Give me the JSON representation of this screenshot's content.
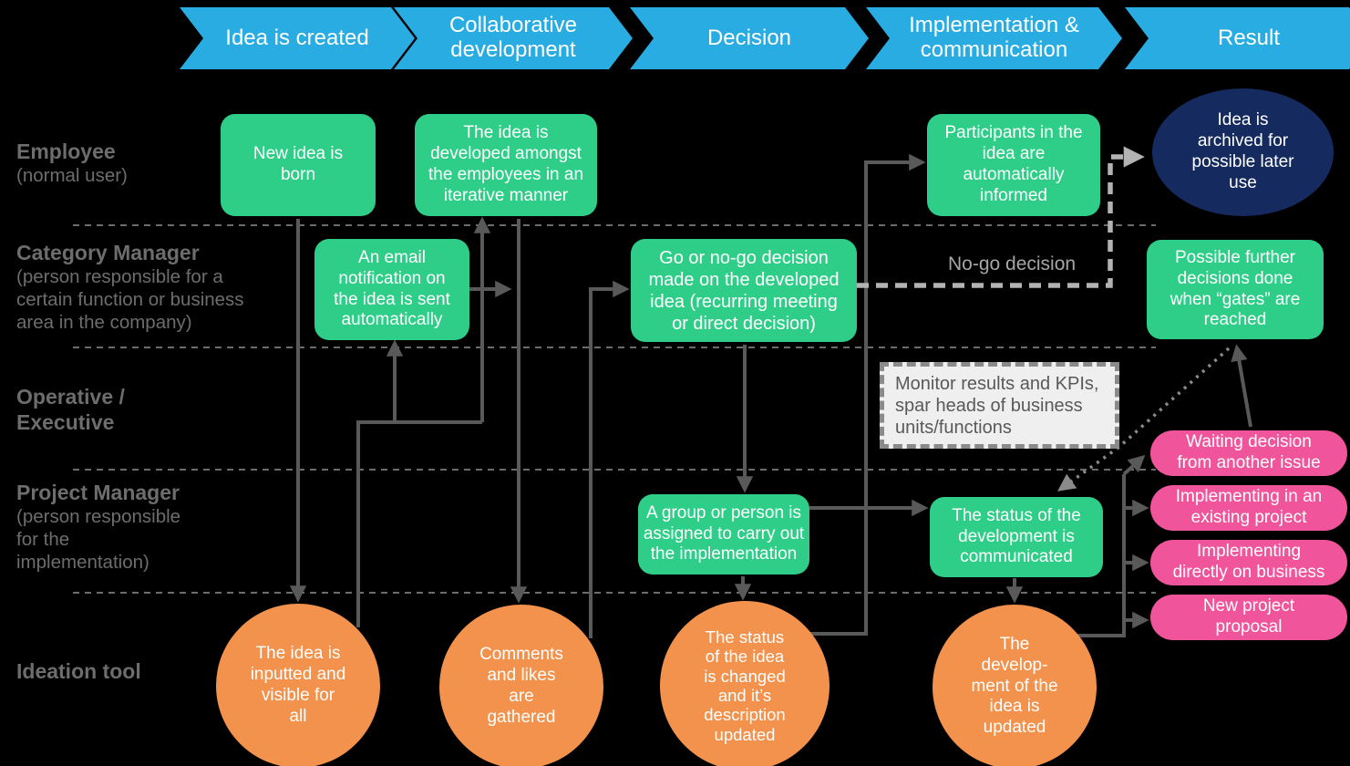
{
  "colors": {
    "background": "#000000",
    "phase_blue": "#29ACE2",
    "process_green": "#2ECE89",
    "tool_orange": "#F3924D",
    "result_pink": "#F0549A",
    "archive_navy": "#152A5E",
    "arrow_gray": "#595959",
    "lane_label_gray": "#6D6D6D",
    "nogo_dash_gray": "#B3B3B3",
    "monitor_bg": "#EFEFEF",
    "monitor_border": "#8A8A8A"
  },
  "phases": [
    "Idea is created",
    "Collaborative development",
    "Decision",
    "Implementation & communication",
    "Result"
  ],
  "lanes": [
    {
      "name": "Employee",
      "description": "(normal user)"
    },
    {
      "name": "Category Manager",
      "description": "(person responsible for a\ncertain function or business\narea in the company)"
    },
    {
      "name": "Operative /\nExecutive",
      "description": ""
    },
    {
      "name": "Project Manager",
      "description": "(person responsible\nfor the\nimplementation)"
    },
    {
      "name": "Ideation tool",
      "description": ""
    }
  ],
  "nodes": {
    "new_idea": {
      "text": "New idea is\nborn"
    },
    "developed": {
      "text": "The idea is\ndeveloped amongst\nthe employees in an\niterative manner"
    },
    "email": {
      "text": "An email\nnotification on\nthe idea is sent\nautomatically"
    },
    "decision": {
      "text": "Go or no-go decision\nmade on the developed\nidea (recurring meeting\nor direct decision)"
    },
    "participants": {
      "text": "Participants in the\nidea are\nautomatically\ninformed"
    },
    "archived": {
      "text": "Idea is\narchived for\npossible later\nuse"
    },
    "possible_further": {
      "text": "Possible further\ndecisions done\nwhen “gates” are\nreached"
    },
    "monitor": {
      "text": "Monitor results and KPIs,\nspar heads of business\nunits/functions"
    },
    "group": {
      "text": "A group or person is\nassigned to carry out\nthe implementation"
    },
    "status_dev": {
      "text": "The status of the\ndevelopment is\ncommunicated"
    },
    "pills": [
      {
        "text": "Waiting decision\nfrom another issue"
      },
      {
        "text": "Implementing in an\nexisting project"
      },
      {
        "text": "Implementing\ndirectly on business"
      },
      {
        "text": "New project\nproposal"
      }
    ],
    "circles": [
      {
        "text": "The idea is\ninputted and\nvisible for\nall"
      },
      {
        "text": "Comments\nand likes\nare\ngathered"
      },
      {
        "text": "The status\nof the idea\nis changed\nand it’s\ndescription\nupdated"
      },
      {
        "text": "The\ndevelop-\nment of the\nidea is\nupdated"
      }
    ]
  },
  "annotations": {
    "no_go_label": "No-go decision"
  }
}
